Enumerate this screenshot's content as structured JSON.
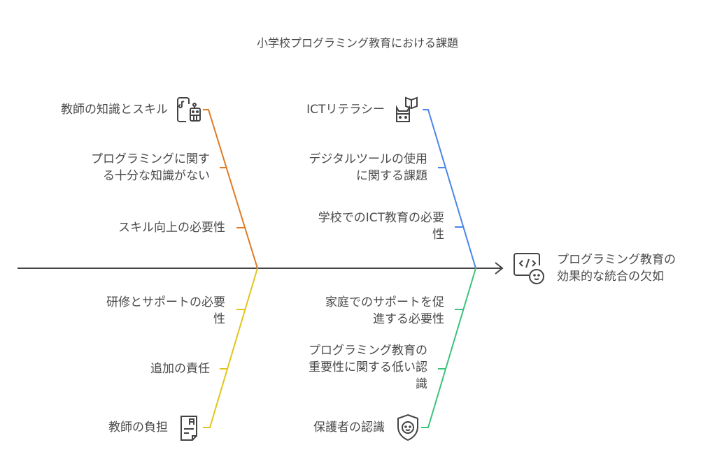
{
  "title": "小学校プログラミング教育における課題",
  "effect": {
    "line1": "プログラミング教育の",
    "line2": "効果的な統合の欠如",
    "icon": "code-face-icon"
  },
  "colors": {
    "teacher": "#E07B24",
    "ict": "#4A86E8",
    "burden": "#E2C41C",
    "parents": "#3DC27C",
    "spine": "#444444"
  },
  "branches": {
    "teacher": {
      "label": "教師の知識とスキル",
      "icon": "tablet-robot-icon",
      "causes": [
        [
          "プログラミングに関す",
          "る十分な知識がない"
        ],
        [
          "スキル向上の必要性"
        ]
      ]
    },
    "ict": {
      "label": "ICTリテラシー",
      "icon": "robot-book-icon",
      "causes": [
        [
          "デジタルツールの使用",
          "に関する課題"
        ],
        [
          "学校でのICT教育の必要",
          "性"
        ]
      ]
    },
    "burden": {
      "label": "教師の負担",
      "icon": "document-icon",
      "causes": [
        [
          "研修とサポートの必要",
          "性"
        ],
        [
          "追加の責任"
        ]
      ]
    },
    "parents": {
      "label": "保護者の認識",
      "icon": "shield-face-icon",
      "causes": [
        [
          "家庭でのサポートを促",
          "進する必要性"
        ],
        [
          "プログラミング教育の",
          "重要性に関する低い認",
          "識"
        ]
      ]
    }
  }
}
